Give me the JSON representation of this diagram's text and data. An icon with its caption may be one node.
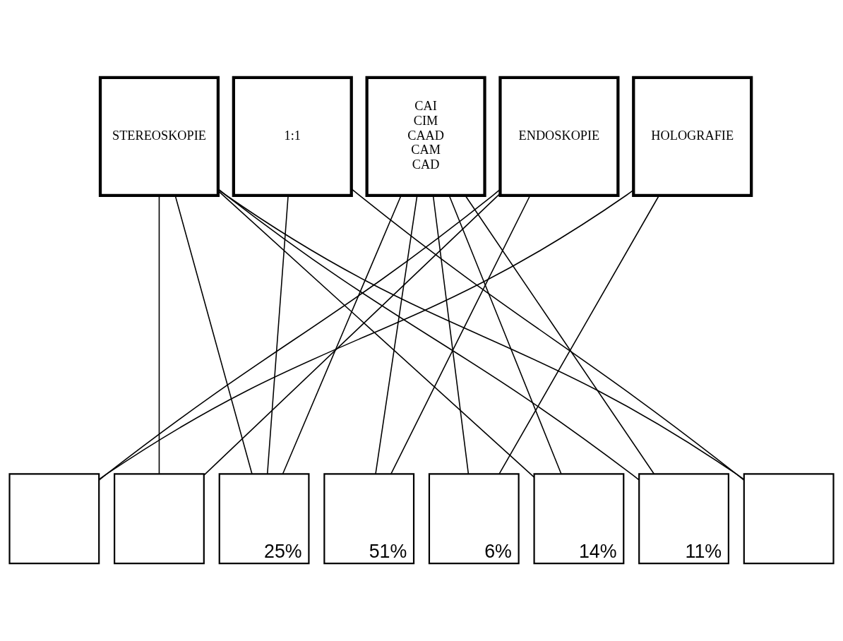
{
  "diagram": {
    "nodes": [
      {
        "text": [
          "STEREOSKOPIE"
        ]
      },
      {
        "text": [
          "1:1"
        ]
      },
      {
        "text": [
          "CAI",
          "CIM",
          "CAAD",
          "CAM",
          "CAD"
        ]
      },
      {
        "text": [
          "ENDOSKOPIE"
        ]
      },
      {
        "text": [
          "HOLOGRAFIE"
        ]
      },
      {
        "text": [],
        "shape": "box"
      },
      {
        "text": [],
        "shape": "box"
      },
      {
        "text": [
          "25%"
        ]
      },
      {
        "text": [
          "51%"
        ]
      },
      {
        "text": [
          "6%"
        ]
      },
      {
        "text": [
          "14%"
        ]
      },
      {
        "text": [
          "11%"
        ]
      },
      {
        "text": [],
        "shape": "box"
      }
    ],
    "edges": [
      {
        "from": 0,
        "to": 6,
        "arrow": "none"
      },
      {
        "from": 0,
        "to": 7,
        "arrow": "none"
      },
      {
        "from": 0,
        "to": 10,
        "arrow": "none"
      },
      {
        "from": 0,
        "to": 11,
        "arrow": "none"
      },
      {
        "from": 0,
        "to": 12,
        "arrow": "none"
      },
      {
        "from": 1,
        "to": 7,
        "arrow": "none"
      },
      {
        "from": 1,
        "to": 12,
        "arrow": "none"
      },
      {
        "from": 2,
        "to": 7,
        "arrow": "none"
      },
      {
        "from": 2,
        "to": 8,
        "arrow": "none"
      },
      {
        "from": 2,
        "to": 9,
        "arrow": "none"
      },
      {
        "from": 2,
        "to": 10,
        "arrow": "none"
      },
      {
        "from": 2,
        "to": 11,
        "arrow": "none"
      },
      {
        "from": 3,
        "to": 5,
        "arrow": "none"
      },
      {
        "from": 3,
        "to": 6,
        "arrow": "none"
      },
      {
        "from": 3,
        "to": 8,
        "arrow": "none"
      },
      {
        "from": 4,
        "to": 5,
        "arrow": "none"
      },
      {
        "from": 4,
        "to": 9,
        "arrow": "none"
      }
    ]
  }
}
